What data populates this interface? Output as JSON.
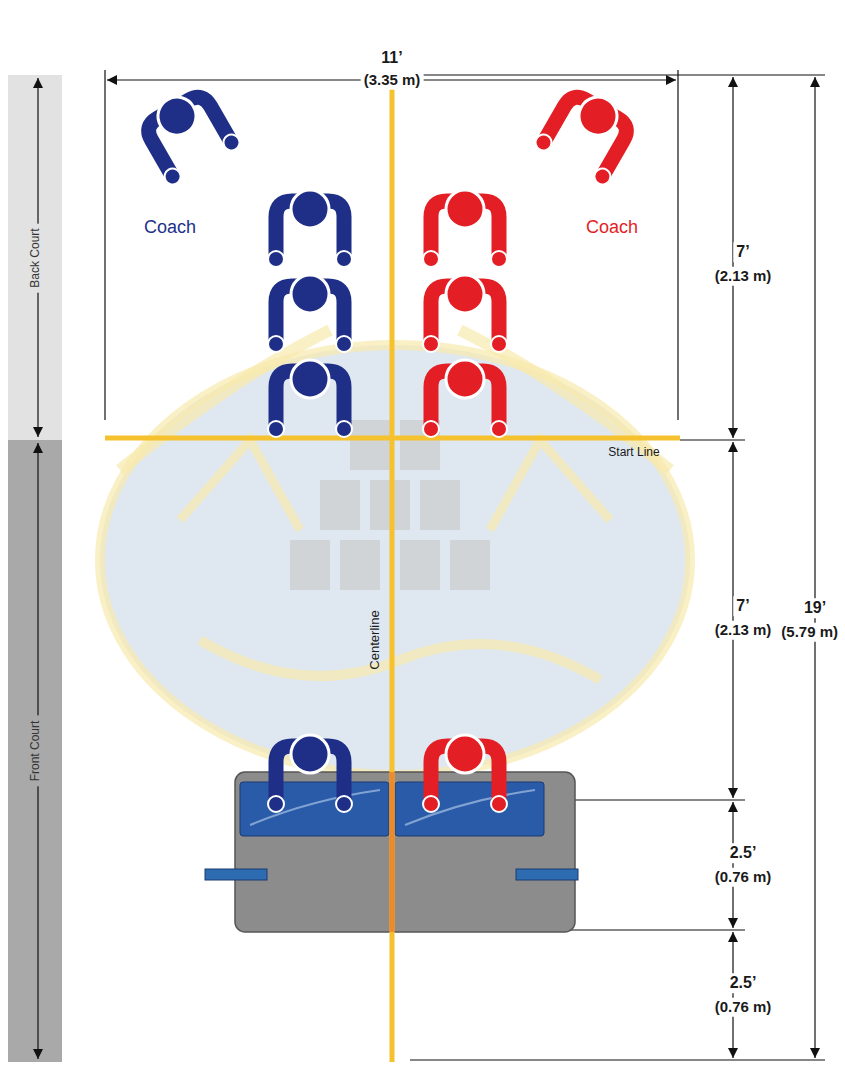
{
  "diagram": {
    "nodes": [
      {
        "text": [
          "Back Court"
        ]
      },
      {
        "text": [
          "Front Court"
        ]
      }
    ],
    "labels": [
      "11’",
      "(3.35 m)",
      "Coach",
      "Coach",
      "7’",
      "(2.13 m)",
      "Start Line",
      "19’",
      "(5.79 m)",
      "Centerline",
      "7’",
      "(2.13 m)",
      "2.5’",
      "(0.76 m)",
      "2.5’",
      "(0.76 m)"
    ]
  }
}
